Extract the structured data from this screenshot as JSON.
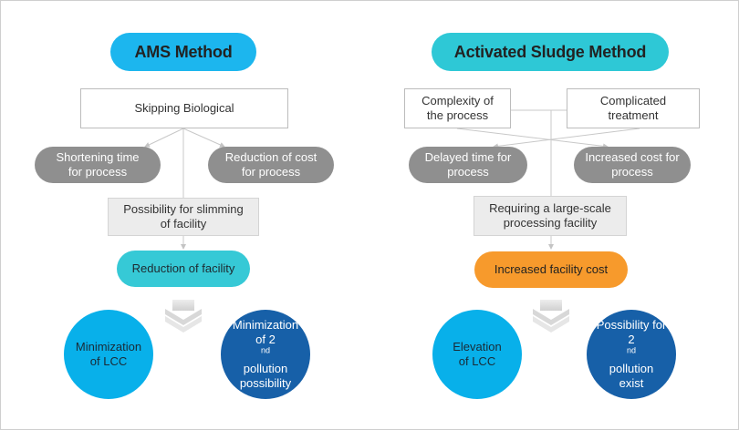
{
  "left": {
    "title": "AMS Method",
    "top_box": "Skipping Biological",
    "pill_left": [
      "Shortening time",
      "for process"
    ],
    "pill_right": [
      "Reduction of cost",
      "for process"
    ],
    "middle_box": [
      "Possibility for slimming",
      "of facility"
    ],
    "result_pill": "Reduction of facility",
    "circle_left": [
      "Minimization",
      "of LCC"
    ],
    "circle_right": {
      "line1": "Minimization",
      "line2_pre": "of 2",
      "line2_sup": "nd",
      "line2_post": " pollution",
      "line3": "possibility"
    }
  },
  "right": {
    "title": "Activated Sludge Method",
    "top_box_left": [
      "Complexity of",
      "the process"
    ],
    "top_box_right": [
      "Complicated",
      "treatment"
    ],
    "pill_left": [
      "Delayed time for",
      "process"
    ],
    "pill_right": [
      "Increased cost for",
      "process"
    ],
    "middle_box": [
      "Requiring a large-scale",
      "processing facility"
    ],
    "result_pill": "Increased facility cost",
    "circle_left": [
      "Elevation",
      "of LCC"
    ],
    "circle_right": {
      "line1": "Possibility for",
      "line2_pre": "2",
      "line2_sup": "nd",
      "line2_post": " pollution",
      "line3": "exist"
    }
  },
  "colors": {
    "title_left": "#1cb6ee",
    "title_right": "#2ec8d6",
    "grey_pill": "#8f8f8f",
    "teal_pill": "#36c9d6",
    "orange_pill": "#f79a2c",
    "circle_light": "#08b0ea",
    "circle_dark": "#1760a8"
  }
}
